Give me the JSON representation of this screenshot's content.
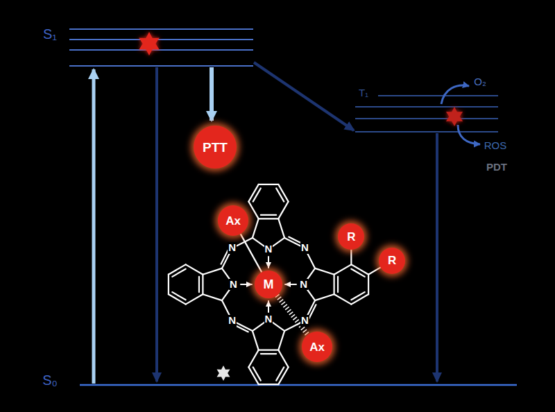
{
  "diagram": {
    "nodes": [
      {
        "text": [
          "PTT"
        ]
      },
      {
        "text": [
          "Ax"
        ]
      },
      {
        "text": [
          "R"
        ]
      },
      {
        "text": [
          "R"
        ]
      },
      {
        "text": [
          "M"
        ]
      },
      {
        "text": [
          "Ax"
        ]
      }
    ],
    "edges": [
      {
        "from": 1,
        "to": 4,
        "arrow": "none"
      },
      {
        "from": 4,
        "to": 5,
        "arrow": "none"
      }
    ],
    "labels": [
      "S₁",
      "T₁",
      "O₂",
      "ROS",
      "PDT",
      "N",
      "N",
      "N",
      "N",
      "N",
      "N",
      "N",
      "N",
      "S₀"
    ]
  }
}
